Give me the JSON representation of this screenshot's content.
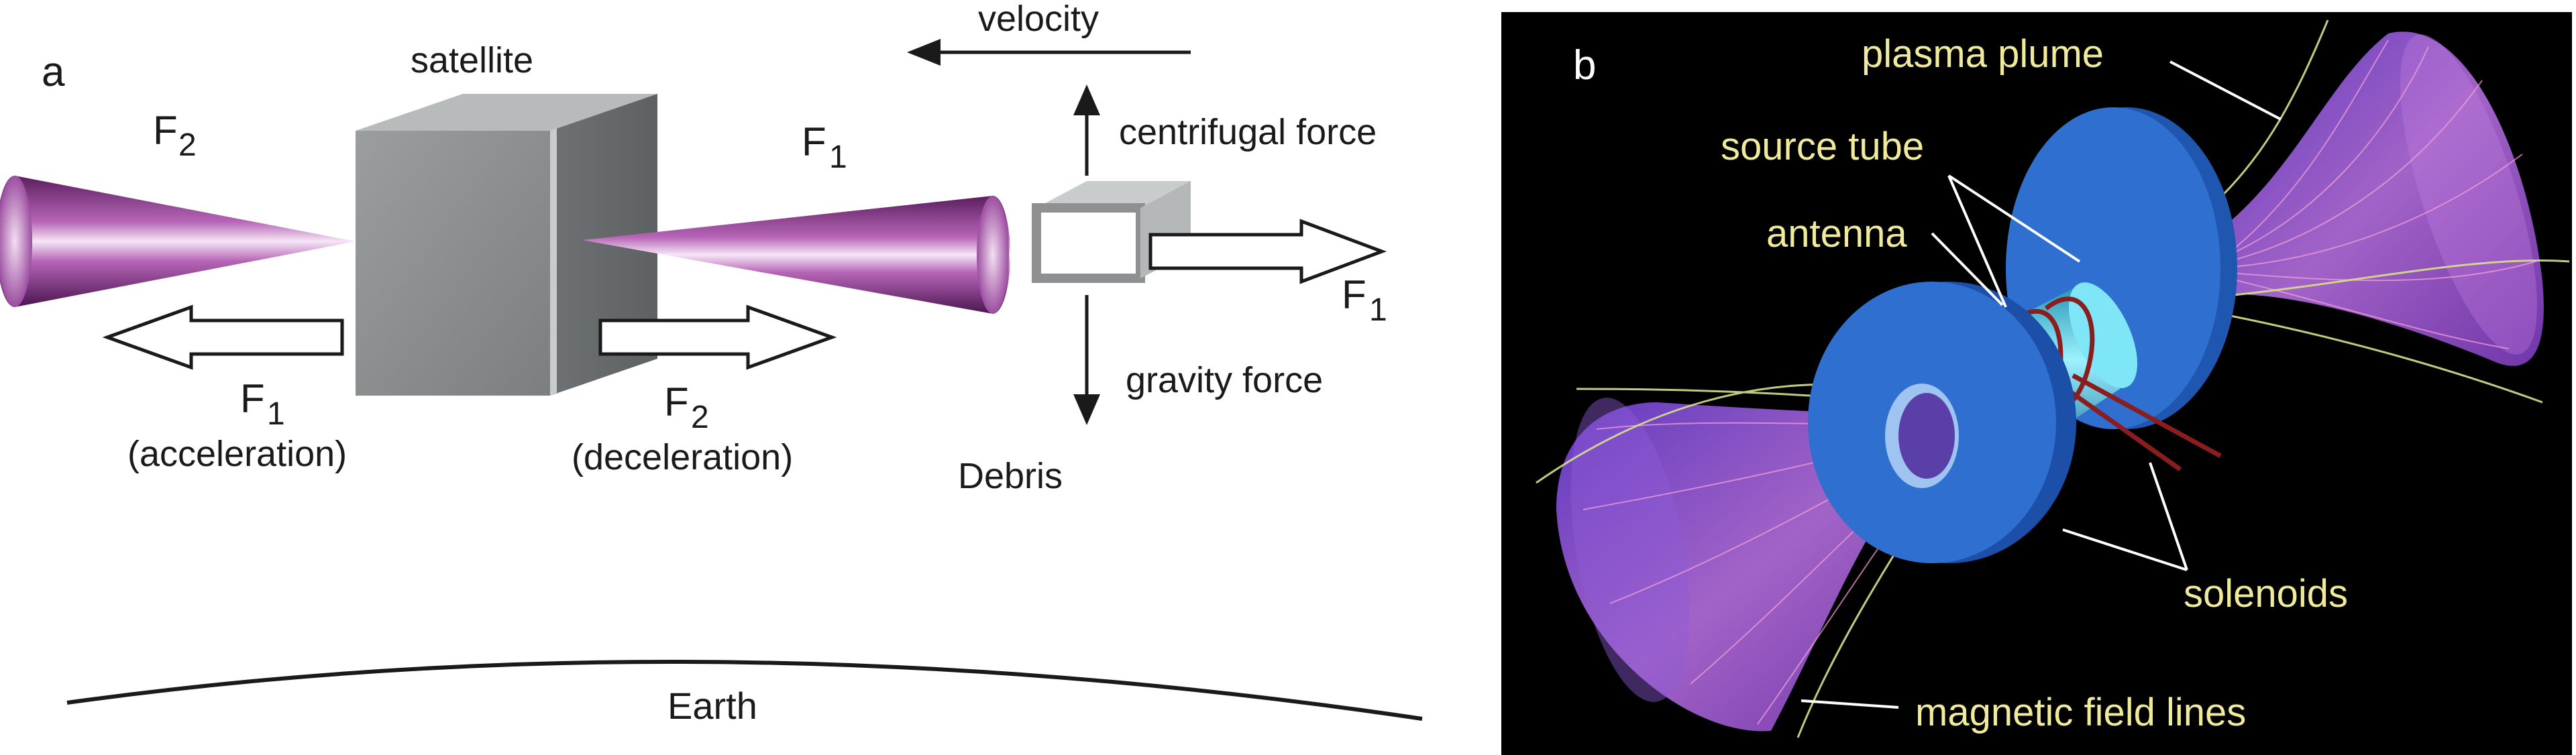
{
  "panel_a": {
    "letter": "a",
    "satellite_label": "satellite",
    "velocity_label": "velocity",
    "f2_beam_label": "F",
    "f2_beam_sub": "2",
    "f1_beam_label": "F",
    "f1_beam_sub": "1",
    "centrifugal_label": "centrifugal force",
    "gravity_label": "gravity force",
    "debris_label": "Debris",
    "debris_f1_label": "F",
    "debris_f1_sub": "1",
    "accel_f_label": "F",
    "accel_f_sub": "1",
    "accel_text": "(acceleration)",
    "decel_f_label": "F",
    "decel_f_sub": "2",
    "decel_text": "(deceleration)",
    "earth_label": "Earth"
  },
  "panel_b": {
    "letter": "b",
    "plasma_plume": "plasma plume",
    "source_tube": "source tube",
    "antenna": "antenna",
    "solenoids": "solenoids",
    "magnetic_field_lines": "magnetic field lines"
  },
  "colors": {
    "plume": "#9a3a9a",
    "satellite": "#8a8e8f",
    "solenoid": "#2f6fd0",
    "panel_b_bg": "#000000",
    "label_b": "#f0eb9a"
  }
}
